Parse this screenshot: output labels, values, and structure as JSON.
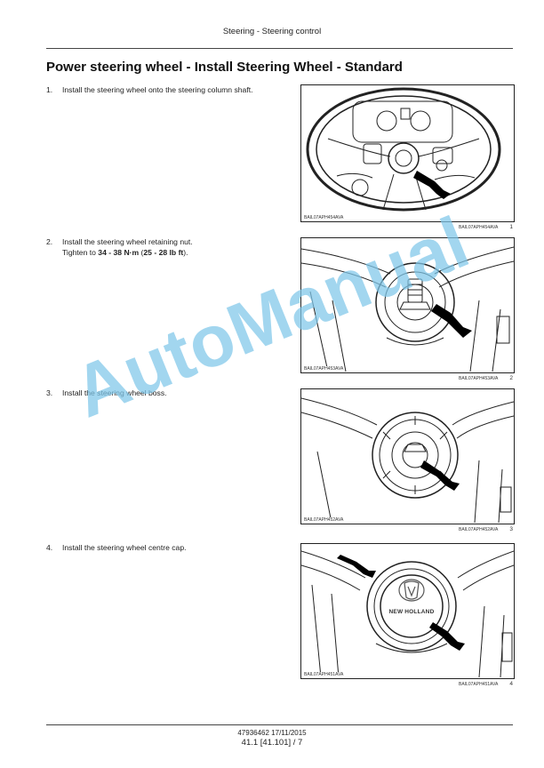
{
  "header": {
    "section": "Steering - Steering control"
  },
  "title": "Power steering wheel - Install Steering Wheel - Standard",
  "steps": [
    {
      "number": "1.",
      "text": "Install the steering wheel onto the steering column shaft.",
      "figure_code": "BAIL07APH454AVA",
      "figure_number": "1"
    },
    {
      "number": "2.",
      "text_line1": "Install the steering wheel retaining nut.",
      "text_pre": "Tighten to ",
      "torque_nm": "34 - 38 N·m",
      "text_mid": " (",
      "torque_lbft": "25 - 28 lb ft",
      "text_post": ").",
      "figure_code": "BAIL07APH453AVA",
      "figure_number": "2"
    },
    {
      "number": "3.",
      "text": "Install the steering wheel boss.",
      "figure_code": "BAIL07APH452AVA",
      "figure_number": "3"
    },
    {
      "number": "4.",
      "text": "Install the steering wheel centre cap.",
      "figure_code": "BAIL07APH451AVA",
      "figure_number": "4",
      "logo_text": "NEW HOLLAND"
    }
  ],
  "footer": {
    "doc_ref": "47936462 17/11/2015",
    "page": "41.1 [41.101] / 7"
  },
  "watermark": "AutoManual"
}
